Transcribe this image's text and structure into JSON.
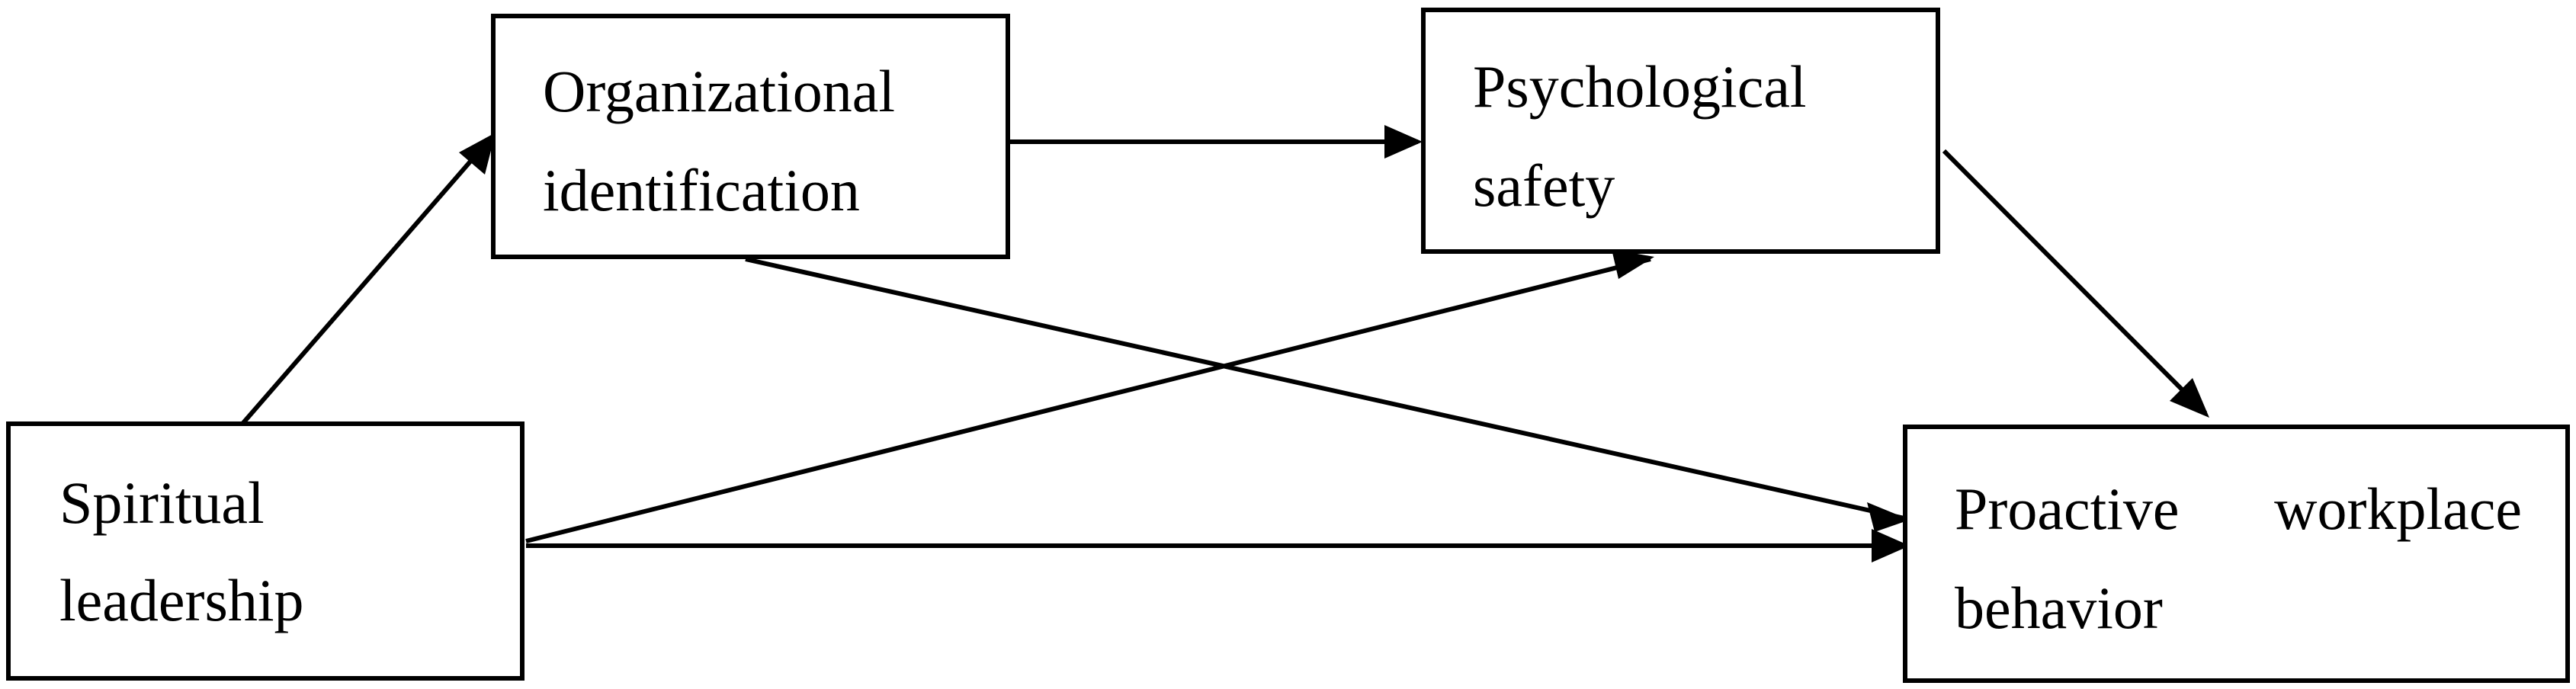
{
  "nodes": {
    "spiritual_leadership": {
      "line1": "Spiritual",
      "line2": "leadership"
    },
    "organizational_identification": {
      "line1": "Organizational",
      "line2": "identification"
    },
    "psychological_safety": {
      "line1": "Psychological",
      "line2": "safety"
    },
    "proactive_workplace_behavior": {
      "line1_word1": "Proactive",
      "line1_word2": "workplace",
      "line2": "behavior"
    }
  },
  "colors": {
    "stroke": "#000000",
    "background": "#ffffff"
  }
}
